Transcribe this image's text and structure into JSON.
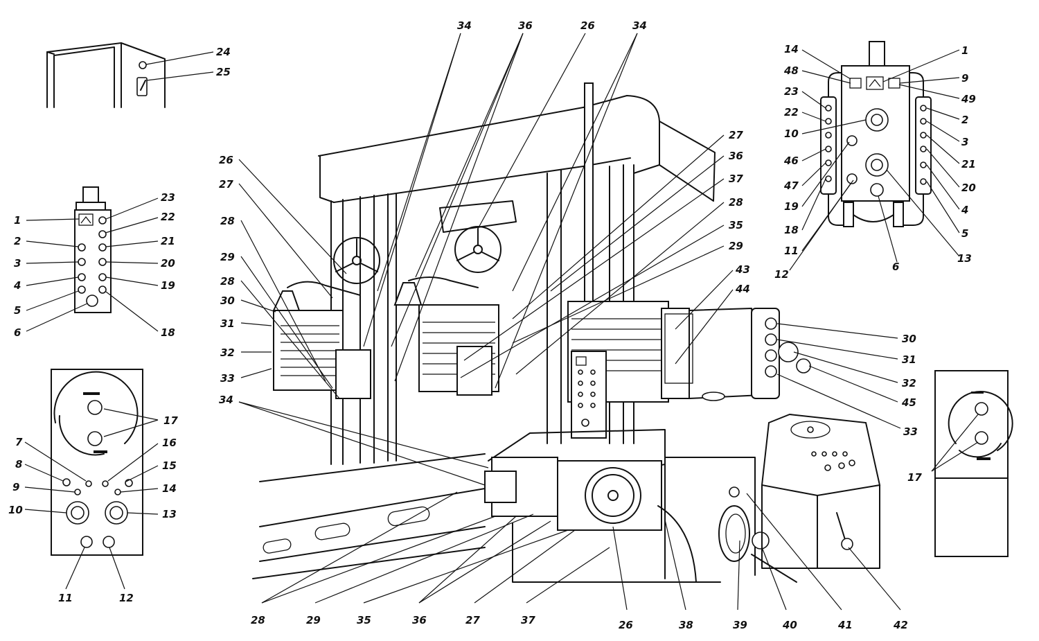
{
  "labels": {
    "l1": "1",
    "l2": "2",
    "l3": "3",
    "l4": "4",
    "l5": "5",
    "l6": "6",
    "l7": "7",
    "l8": "8",
    "l9": "9",
    "l10": "10",
    "l11": "11",
    "l12": "12",
    "l13": "13",
    "l14": "14",
    "l15": "15",
    "l16": "16",
    "l17": "17",
    "l18": "18",
    "l19": "19",
    "l20": "20",
    "l21": "21",
    "l22": "22",
    "l23": "23",
    "l24": "24",
    "l25": "25",
    "l26": "26",
    "l27": "27",
    "l28": "28",
    "l29": "29",
    "l30": "30",
    "l31": "31",
    "l32": "32",
    "l33": "33",
    "l34": "34",
    "l35": "35",
    "l36": "36",
    "l37": "37",
    "l38": "38",
    "l39": "39",
    "l40": "40",
    "l41": "41",
    "l42": "42",
    "l43": "43",
    "l44": "44",
    "l45": "45",
    "l46": "46",
    "l47": "47",
    "l48": "48",
    "l49": "49"
  }
}
